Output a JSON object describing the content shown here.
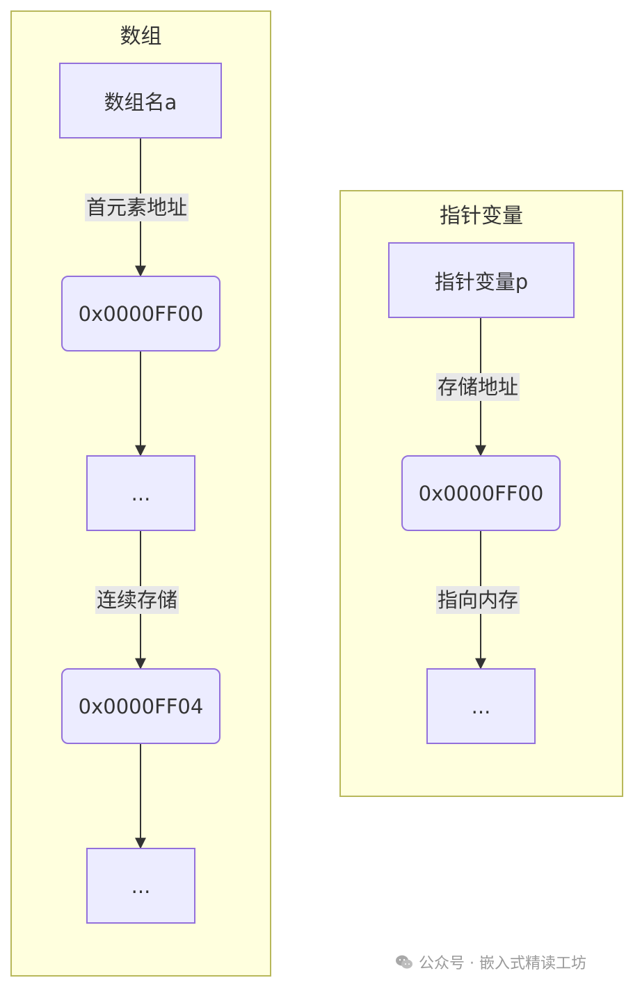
{
  "clusters": {
    "array": {
      "title": "数组"
    },
    "pointer": {
      "title": "指针变量"
    }
  },
  "nodes": {
    "array_name": "数组名a",
    "addr_ff00": "0x0000FF00",
    "ellipsis_1": "...",
    "addr_ff04": "0x0000FF04",
    "ellipsis_2": "...",
    "pointer_p": "指针变量p",
    "ptr_addr": "0x0000FF00",
    "ellipsis_3": "..."
  },
  "edge_labels": {
    "first_elem_addr": "首元素地址",
    "contiguous": "连续存储",
    "store_addr": "存储地址",
    "point_memory": "指向内存"
  },
  "watermark": {
    "icon": "wechat-icon",
    "text": "公众号 · 嵌入式精读工坊"
  }
}
